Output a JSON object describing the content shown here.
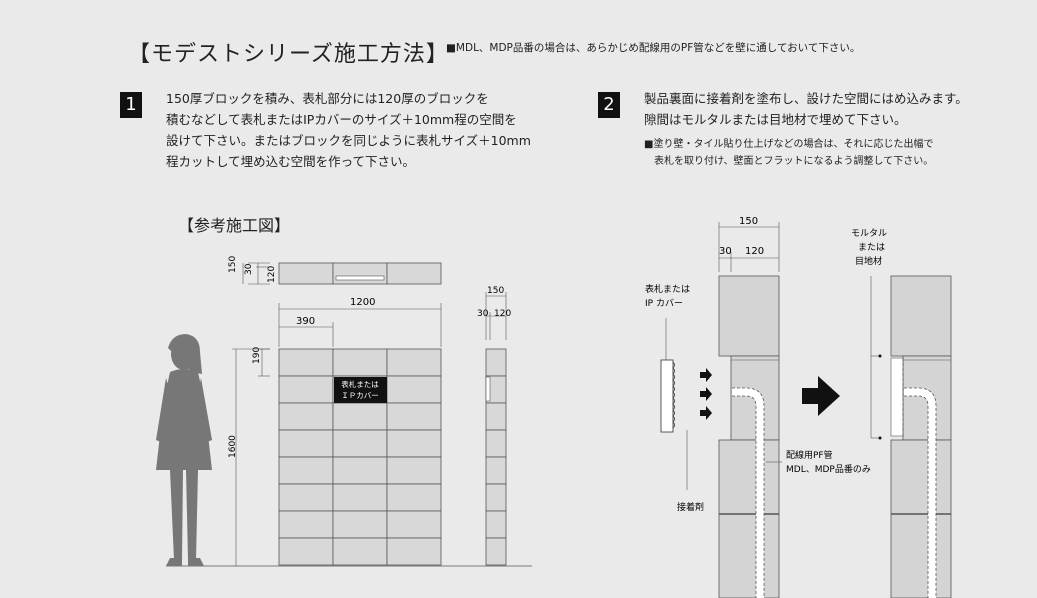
{
  "header": {
    "title": "【モデストシリーズ施工方法】",
    "note": "■MDL、MDP品番の場合は、あらかじめ配線用のPF管などを壁に通しておいて下さい。"
  },
  "step1": {
    "number": "1",
    "lines": [
      "150厚ブロックを積み、表札部分には120厚のブロックを",
      "積むなどして表札またはIPカバーのサイズ＋10mm程の空間を",
      "設けて下さい。またはブロックを同じように表札サイズ＋10mm",
      "程カットして埋め込む空間を作って下さい。"
    ]
  },
  "step2": {
    "number": "2",
    "lines": [
      "製品裏面に接着剤を塗布し、設けた空間にはめ込みます。",
      "隙間はモルタルまたは目地材で埋めて下さい。"
    ],
    "sub_lines": [
      "■塗り壁・タイル貼り仕上げなどの場合は、それに応じた出幅で",
      "表札を取り付け、壁面とフラットになるよう調整して下さい。"
    ]
  },
  "reference": {
    "title": "【参考施工図】",
    "dims": {
      "d150": "150",
      "d120": "120",
      "d30": "30",
      "d1200": "1200",
      "d390": "390",
      "d190": "190",
      "d1600": "1600"
    },
    "plate_line1": "表札または",
    "plate_line2": "ＩＰカバー"
  },
  "section": {
    "dim150": "150",
    "dim30": "30",
    "dim120": "120",
    "label_plate_line1": "表札または",
    "label_plate_line2": "IP カバー",
    "label_adhesive": "接着剤",
    "label_pipe_line1": "配線用PF管",
    "label_pipe_line2": "MDL、MDP品番のみ",
    "label_mortar_line1": "モルタル",
    "label_mortar_line2": "または",
    "label_mortar_line3": "目地材"
  }
}
